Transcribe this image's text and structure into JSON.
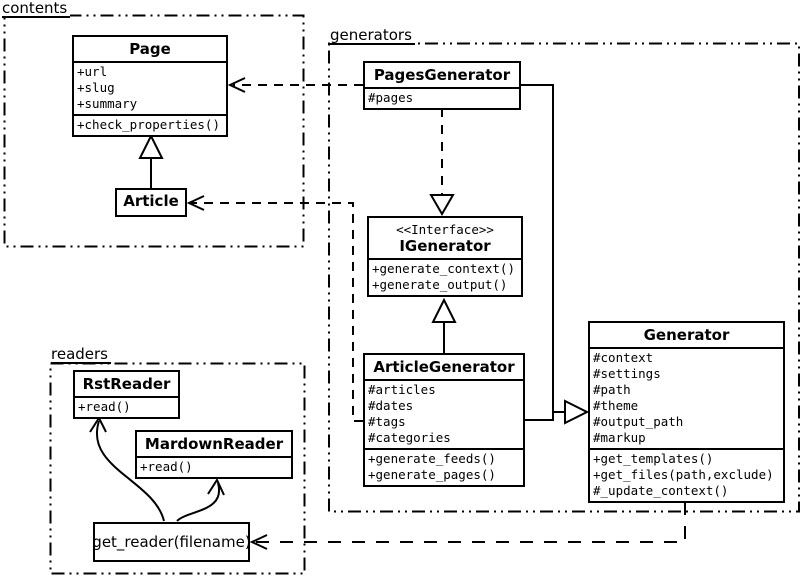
{
  "colors": {
    "line": "#000000",
    "background": "#ffffff"
  },
  "packages": {
    "contents": "contents",
    "generators": "generators",
    "readers": "readers"
  },
  "classes": {
    "page": {
      "title": "Page",
      "attrs": [
        "+url",
        "+slug",
        "+summary"
      ],
      "methods": [
        "+check_properties()"
      ]
    },
    "article": {
      "title": "Article"
    },
    "pages_generator": {
      "title": "PagesGenerator",
      "attrs": [
        "#pages"
      ]
    },
    "igenerator": {
      "stereotype": "<<Interface>>",
      "title": "IGenerator",
      "methods": [
        "+generate_context()",
        "+generate_output()"
      ]
    },
    "article_generator": {
      "title": "ArticleGenerator",
      "attrs": [
        "#articles",
        "#dates",
        "#tags",
        "#categories"
      ],
      "methods": [
        "+generate_feeds()",
        "+generate_pages()"
      ]
    },
    "generator": {
      "title": "Generator",
      "attrs": [
        "#context",
        "#settings",
        "#path",
        "#theme",
        "#output_path",
        "#markup"
      ],
      "methods": [
        "+get_templates()",
        "+get_files(path,exclude)",
        "#_update_context()"
      ]
    },
    "rst_reader": {
      "title": "RstReader",
      "methods": [
        "+read()"
      ]
    },
    "mardown_reader": {
      "title": "MardownReader",
      "methods": [
        "+read()"
      ]
    },
    "get_reader": {
      "title": "get_reader(filename)"
    }
  }
}
